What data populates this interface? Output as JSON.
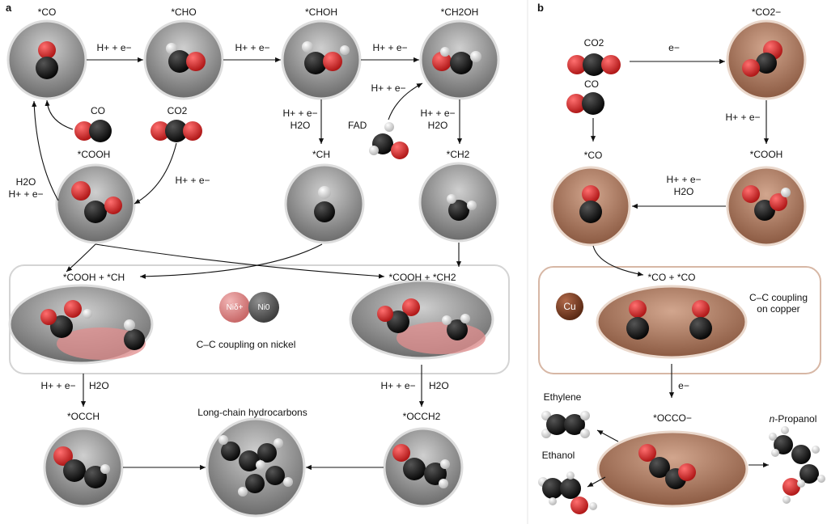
{
  "panels": {
    "a": "a",
    "b": "b"
  },
  "a": {
    "species": {
      "co": "*CO",
      "cho": "*CHO",
      "choh": "*CHOH",
      "ch2oh": "*CH2OH",
      "cooh": "*COOH",
      "ch": "*CH",
      "ch2": "*CH2",
      "cooh_ch": "*COOH + *CH",
      "cooh_ch2": "*COOH + *CH2",
      "occh": "*OCCH",
      "occh2": "*OCCH2"
    },
    "molecules": {
      "co": "CO",
      "co2": "CO2",
      "fad": "FAD"
    },
    "steps": {
      "s1": "H+ + e−",
      "s2": "H+ + e−",
      "s3": "H+ + e−",
      "s4": "H+ + e−",
      "s5_a": "H+ + e−",
      "s5_b": "H2O",
      "s6_a": "H+ + e−",
      "s6_b": "H2O",
      "s7_a": "H2O",
      "s7_b": "H+ + e−",
      "s8": "H+ + e−",
      "s9_a": "H+ + e−",
      "s9_b": "H2O",
      "s10_a": "H+ + e−",
      "s10_b": "H2O"
    },
    "nickel": {
      "ni_delta": "Niδ+",
      "ni_zero": "Ni0",
      "coupling_label": "C–C coupling on nickel"
    },
    "product": "Long-chain hydrocarbons"
  },
  "b": {
    "molecules": {
      "co2": "CO2",
      "co": "CO"
    },
    "species": {
      "co2_minus": "*CO2−",
      "co": "*CO",
      "cooh": "*COOH",
      "co_co": "*CO + *CO",
      "occo": "*OCCO−"
    },
    "steps": {
      "e1": "e−",
      "h1": "H+ + e−",
      "h2_a": "H+ + e−",
      "h2_b": "H2O",
      "e2": "e−"
    },
    "copper": {
      "cu": "Cu",
      "coupling_label": "C–C coupling\non copper"
    },
    "products": {
      "ethylene": "Ethylene",
      "ethanol": "Ethanol",
      "propanol_prefix": "n",
      "propanol": "-Propanol"
    }
  },
  "colors": {
    "nickel_surface": "#8c8c8c",
    "copper_surface": "#a87a62",
    "oxygen": "#d42a2a",
    "carbon": "#151515",
    "hydrogen": "#e6e6e6",
    "ni_delta": "#e39090",
    "ni_zero": "#5a5a5a",
    "cu_ball": "#7a3f22",
    "panel_a_frame": "#d4d4d4",
    "panel_b_frame": "#d7b7a5"
  }
}
